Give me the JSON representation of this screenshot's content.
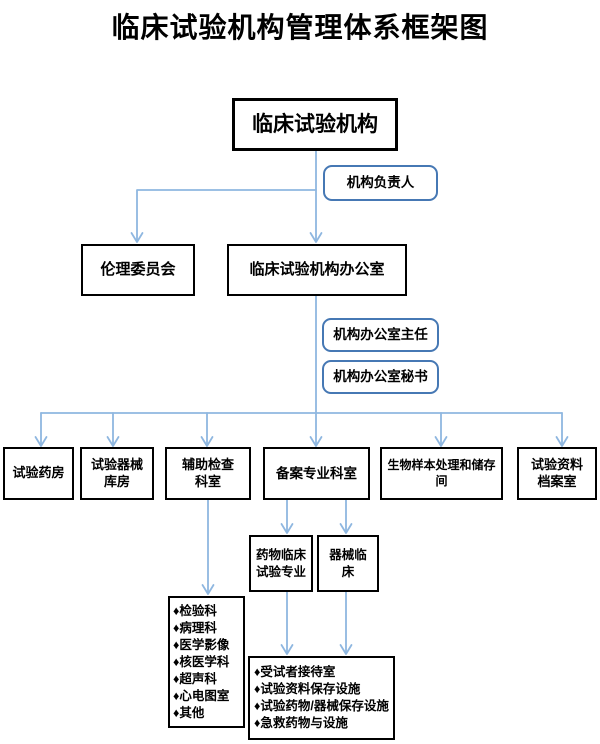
{
  "title": "临床试验机构管理体系框架图",
  "bullet": "♦",
  "colors": {
    "connector": "#8FB7E0",
    "rounded_border": "#4678B4",
    "box_border": "#000000"
  },
  "nodes": {
    "root": "临床试验机构",
    "leader": "机构负责人",
    "ethics": "伦理委员会",
    "office": "临床试验机构办公室",
    "director": "机构办公室主任",
    "secretary": "机构办公室秘书",
    "pharmacy": "试验药房",
    "equipment_store": "试验器械\n库房",
    "aux_exam": "辅助检查\n科室",
    "filed_dept": "备案专业科室",
    "biosample": "生物样本处理和储存间",
    "archive": "试验资料\n档案室",
    "drug_trial": "药物临床\n试验专业",
    "device_trial": "器械临\n床"
  },
  "aux_departments": [
    "检验科",
    "病理科",
    "医学影像",
    "核医学科",
    "超声科",
    "心电图室",
    "其他"
  ],
  "facilities": [
    "受试者接待室",
    "试验资料保存设施",
    "试验药物/器械保存设施",
    "急救药物与设施"
  ]
}
